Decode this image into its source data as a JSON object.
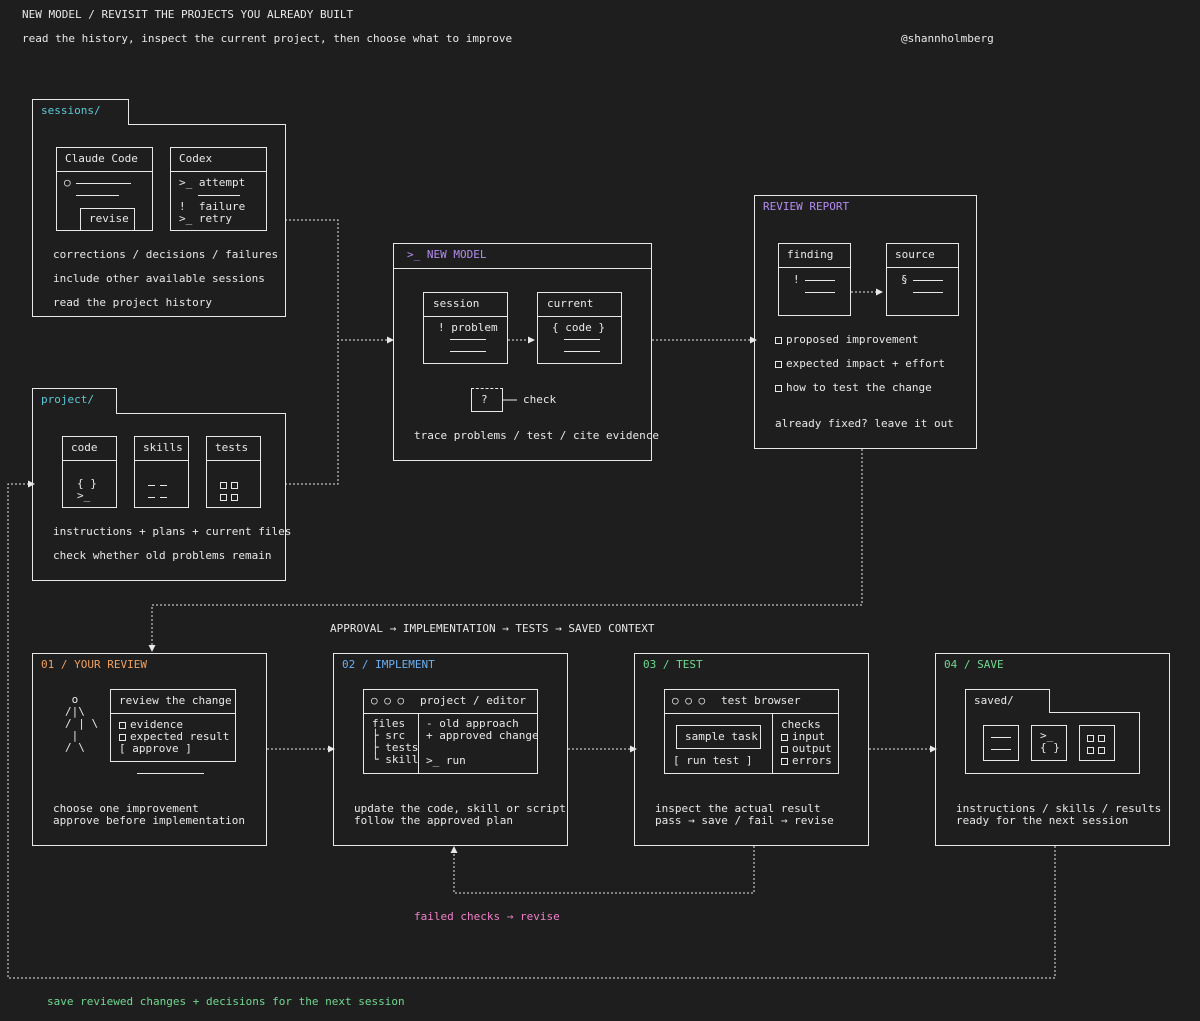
{
  "header": {
    "title": "NEW MODEL / REVISIT THE PROJECTS YOU ALREADY BUILT",
    "subtitle": "read the history, inspect the current project, then choose what to improve",
    "handle": "@shannholmberg"
  },
  "sessions": {
    "tab": "sessions/",
    "claude_title": "Claude Code",
    "claude_revise": "revise",
    "codex_title": "Codex",
    "codex_line1": ">_ attempt",
    "codex_line2": "!  failure",
    "codex_line3": ">_ retry",
    "line1": "corrections / decisions / failures",
    "line2": "include other available sessions",
    "line3": "read the project history"
  },
  "project": {
    "tab": "project/",
    "code_title": "code",
    "code_glyph1": "{ }",
    "code_glyph2": ">_",
    "skills_title": "skills",
    "tests_title": "tests",
    "line1": "instructions + plans + current files",
    "line2": "check whether old problems remain"
  },
  "new_model": {
    "title": ">_ NEW MODEL",
    "session_title": "session",
    "session_line": "! problem",
    "current_title": "current",
    "current_line": "{ code }",
    "check_glyph": "?",
    "check_label": "check",
    "footer": "trace problems / test / cite evidence"
  },
  "review_report": {
    "title": "REVIEW REPORT",
    "finding_title": "finding",
    "finding_glyph": "!",
    "source_title": "source",
    "source_glyph": "§",
    "items": [
      "proposed improvement",
      "expected impact + effort",
      "how to test the change"
    ],
    "footer": "already fixed? leave it out"
  },
  "pipeline_label": "APPROVAL → IMPLEMENTATION → TESTS → SAVED CONTEXT",
  "steps": {
    "review": {
      "title": "01 / YOUR REVIEW",
      "figure": " o\n/|\\\n/ | \\\n |\n/ \\",
      "panel_title": "review the change",
      "panel_items": [
        "evidence",
        "expected result"
      ],
      "approve": "[ approve ]",
      "line1": "choose one improvement",
      "line2": "approve before implementation"
    },
    "implement": {
      "title": "02 / IMPLEMENT",
      "dots": "○ ○ ○",
      "window_title": "project / editor",
      "files": "files\n├ src\n├ tests\n└ skill",
      "diff": "- old approach\n+ approved change",
      "run": ">_ run",
      "line1": "update the code, skill or script",
      "line2": "follow the approved plan"
    },
    "test": {
      "title": "03 / TEST",
      "dots": "○ ○ ○",
      "window_title": "test browser",
      "sample": "sample task",
      "run": "[ run test ]",
      "checks_title": "checks",
      "checks": [
        "input",
        "output",
        "errors"
      ],
      "line1": "inspect the actual result",
      "line2": "pass → save / fail → revise"
    },
    "save": {
      "title": "04 / SAVE",
      "folder": "saved/",
      "glyph2": ">_\n{ }",
      "line1": "instructions / skills / results",
      "line2": "ready for the next session"
    }
  },
  "loop_label": "failed checks → revise",
  "bottom_label": "save reviewed changes + decisions for the next session",
  "colors": {
    "background": "#1e1e1e",
    "line": "#e8e8e8",
    "cyan": "#5cc8d8",
    "purple": "#b48cf0",
    "orange": "#f0a060",
    "blue": "#6ab0f0",
    "green": "#70d890",
    "pink": "#f080c8"
  }
}
